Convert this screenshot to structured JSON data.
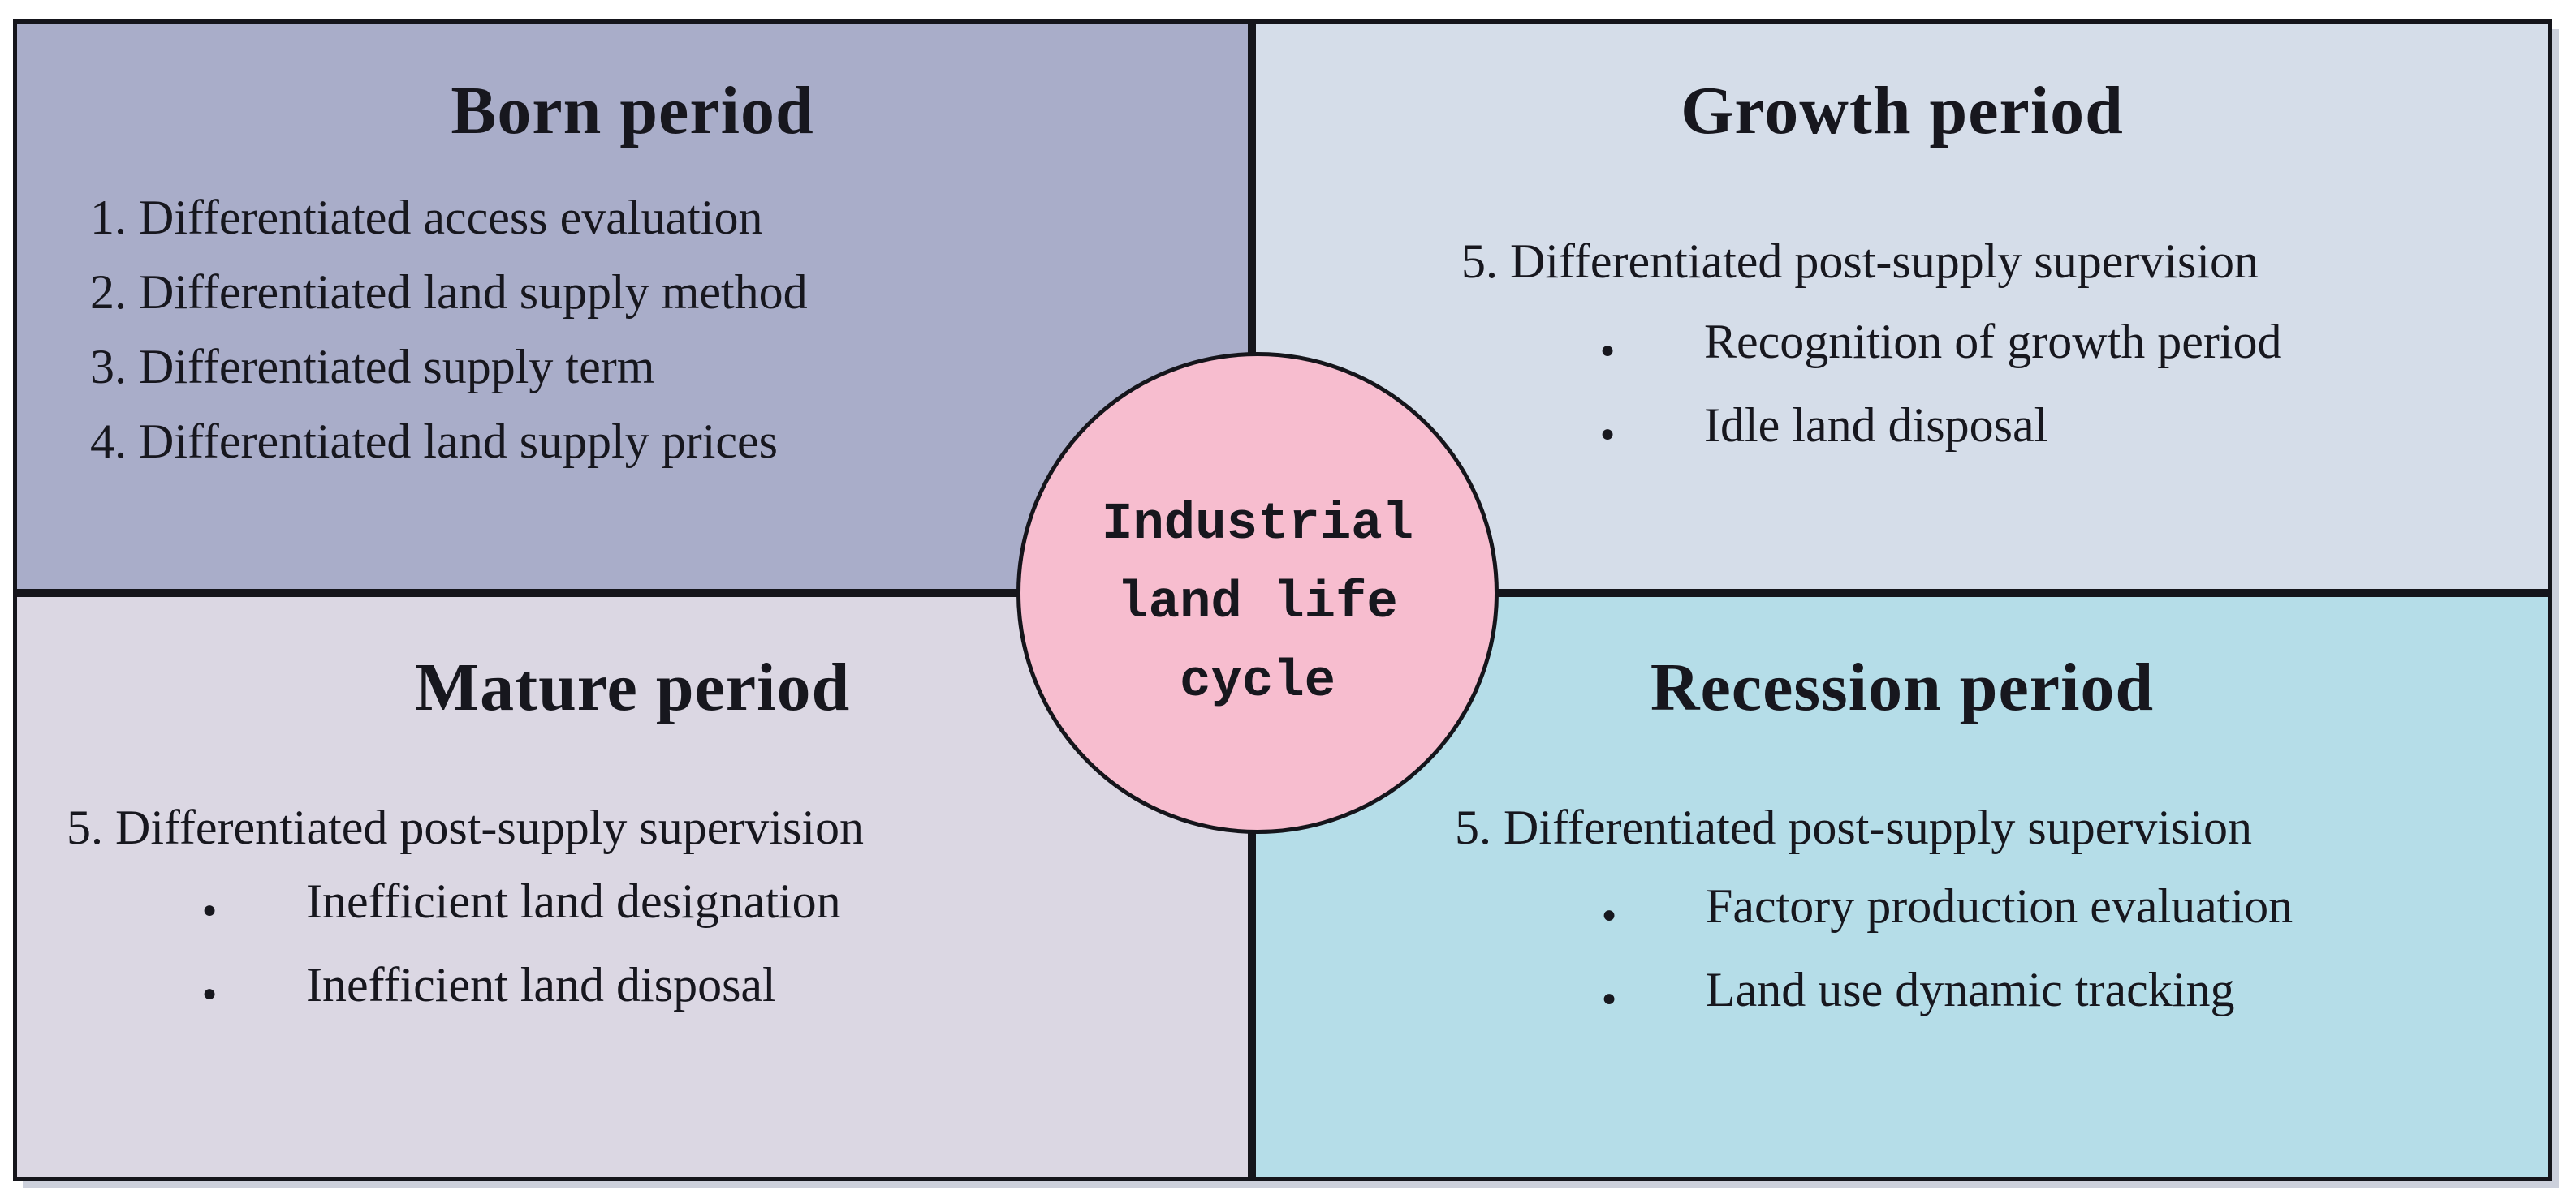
{
  "diagram": {
    "center_circle": {
      "fill": "#f7bdcf",
      "lines": [
        "Industrial",
        "land life",
        "cycle"
      ]
    },
    "bullet_glyph": "●",
    "border_color": "#15151b",
    "quadrants": {
      "born": {
        "title": "Born period",
        "fill": "#a9adc9",
        "items": [
          "1. Differentiated access evaluation",
          "2. Differentiated land supply method",
          "3. Differentiated supply term",
          "4. Differentiated land supply prices"
        ]
      },
      "growth": {
        "title": "Growth period",
        "fill": "#d5dde9",
        "lead_item": "5. Differentiated post-supply supervision",
        "bullets": [
          "Recognition of growth period",
          "Idle land disposal"
        ]
      },
      "mature": {
        "title": "Mature period",
        "fill": "#dbd7e3",
        "lead_item": "5. Differentiated post-supply supervision",
        "bullets": [
          "Inefficient land designation",
          "Inefficient land disposal"
        ]
      },
      "recession": {
        "title": "Recession period",
        "fill": "#b5dde8",
        "lead_item": "5. Differentiated post-supply supervision",
        "bullets": [
          "Factory production evaluation",
          "Land use dynamic tracking"
        ]
      }
    }
  }
}
